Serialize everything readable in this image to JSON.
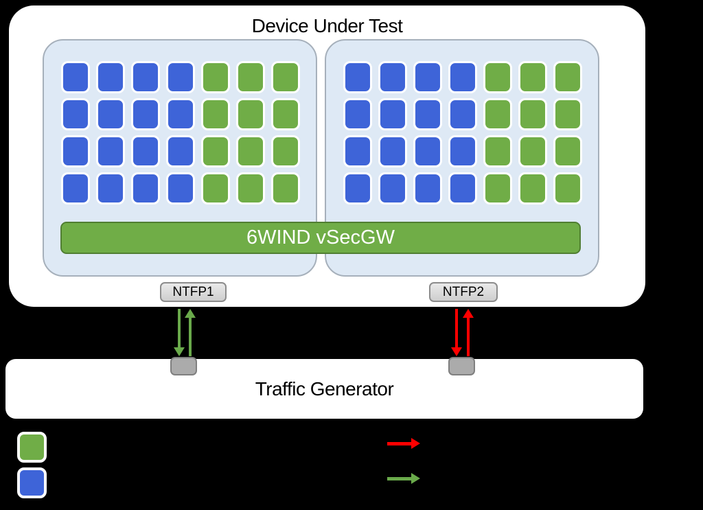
{
  "colors": {
    "background": "#000000",
    "box_bg": "#ffffff",
    "title_text": "#000000",
    "socket_bg": "#dee9f5",
    "socket_border": "#a6b0bb",
    "core_blue": "#3e64d8",
    "core_green": "#70ad47",
    "bar_bg": "#70ad47",
    "bar_border": "#507e32",
    "bar_text": "#ffffff",
    "port_label_border": "#8c8c8c",
    "tg_port_bg": "#ababab",
    "tg_port_border": "#7f7f7f",
    "arrow_green": "#6aaa4b",
    "arrow_red": "#ff0000"
  },
  "dut": {
    "title": "Device Under Test",
    "sockets": [
      {
        "rows": 4,
        "cols": 7,
        "blue_cols": 4,
        "green_cols": 3
      },
      {
        "rows": 4,
        "cols": 7,
        "blue_cols": 4,
        "green_cols": 3
      }
    ],
    "bar_label": "6WIND vSecGW",
    "ports": [
      {
        "label": "NTFP1",
        "arrow_color": "green"
      },
      {
        "label": "NTFP2",
        "arrow_color": "red"
      }
    ]
  },
  "traffic_generator": {
    "title": "Traffic Generator"
  },
  "legend": {
    "items": [
      {
        "swatch": "green-square"
      },
      {
        "swatch": "blue-square"
      },
      {
        "swatch": "red-right-arrow"
      },
      {
        "swatch": "green-right-arrow"
      }
    ]
  }
}
